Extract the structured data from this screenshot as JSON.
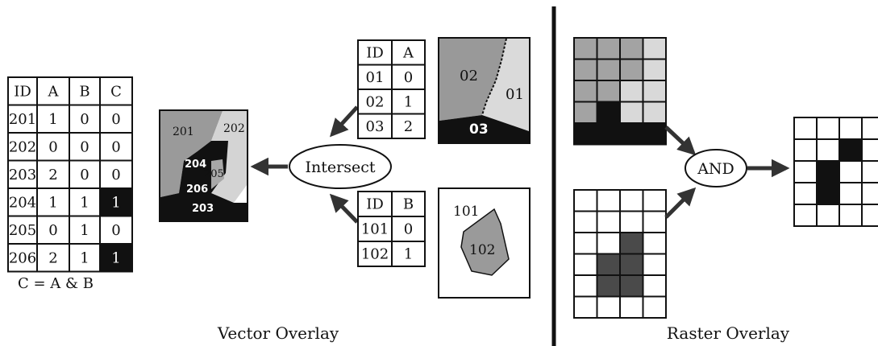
{
  "vector": {
    "result_table": {
      "headers": [
        "ID",
        "A",
        "B",
        "C"
      ],
      "rows": [
        [
          "201",
          "1",
          "0",
          "0"
        ],
        [
          "202",
          "0",
          "0",
          "0"
        ],
        [
          "203",
          "2",
          "0",
          "0"
        ],
        [
          "204",
          "1",
          "1",
          "1"
        ],
        [
          "205",
          "0",
          "1",
          "0"
        ],
        [
          "206",
          "2",
          "1",
          "1"
        ]
      ]
    },
    "formula": "C = A & B",
    "table_a": {
      "headers": [
        "ID",
        "A"
      ],
      "rows": [
        [
          "01",
          "0"
        ],
        [
          "02",
          "1"
        ],
        [
          "03",
          "2"
        ]
      ]
    },
    "table_b": {
      "headers": [
        "ID",
        "B"
      ],
      "rows": [
        [
          "101",
          "0"
        ],
        [
          "102",
          "1"
        ]
      ]
    },
    "map_a_labels": {
      "p02": "02",
      "p01": "01",
      "p03": "03"
    },
    "map_b_labels": {
      "p101": "101",
      "p102": "102"
    },
    "result_map_labels": {
      "p201": "201",
      "p202": "202",
      "p204": "204",
      "p205": "205",
      "p206": "206",
      "p203": "203"
    },
    "operation": "Intersect",
    "caption": "Vector Overlay"
  },
  "raster": {
    "grid_a": [
      [
        "g",
        "g",
        "g",
        "l"
      ],
      [
        "g",
        "g",
        "g",
        "l"
      ],
      [
        "g",
        "g",
        "l",
        "l"
      ],
      [
        "g",
        "k",
        "l",
        "l"
      ],
      [
        "k",
        "k",
        "k",
        "k"
      ]
    ],
    "grid_b": [
      [
        "w",
        "w",
        "w",
        "w"
      ],
      [
        "w",
        "w",
        "w",
        "w"
      ],
      [
        "w",
        "w",
        "d",
        "w"
      ],
      [
        "w",
        "d",
        "d",
        "w"
      ],
      [
        "w",
        "d",
        "d",
        "w"
      ],
      [
        "w",
        "w",
        "w",
        "w"
      ]
    ],
    "grid_result": [
      [
        "w",
        "w",
        "w",
        "w"
      ],
      [
        "w",
        "w",
        "k",
        "w"
      ],
      [
        "w",
        "k",
        "w",
        "w"
      ],
      [
        "w",
        "k",
        "w",
        "w"
      ],
      [
        "w",
        "w",
        "w",
        "w"
      ]
    ],
    "operation": "AND",
    "caption": "Raster Overlay",
    "colors": {
      "g": "#a3a3a3",
      "l": "#d9d9d9",
      "k": "#111111",
      "d": "#4a4a4a",
      "w": "#ffffff"
    }
  }
}
